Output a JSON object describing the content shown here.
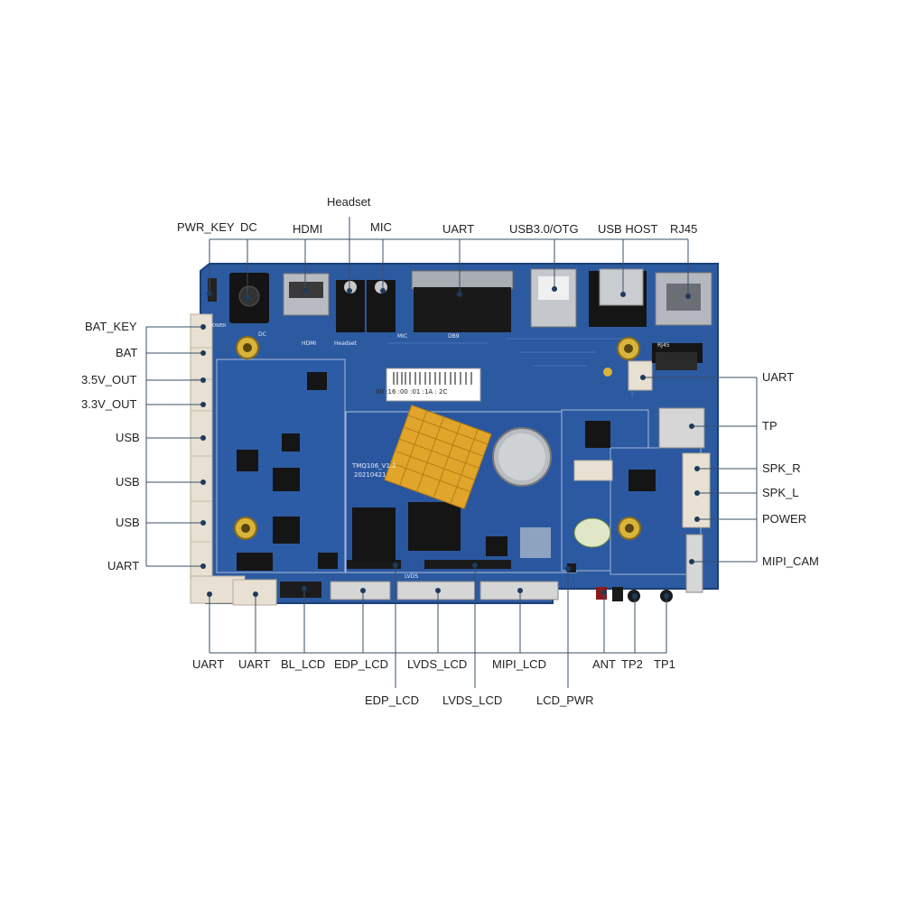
{
  "labels": {
    "top": {
      "headset": "Headset",
      "pwr_key": "PWR_KEY",
      "dc": "DC",
      "hdmi": "HDMI",
      "mic": "MIC",
      "uart": "UART",
      "usb3_otg": "USB3.0/OTG",
      "usb_host": "USB HOST",
      "rj45": "RJ45"
    },
    "left": {
      "bat_key": "BAT_KEY",
      "bat": "BAT",
      "out_3v5": "3.5V_OUT",
      "out_3v3": "3.3V_OUT",
      "usb1": "USB",
      "usb2": "USB",
      "usb3": "USB",
      "uart": "UART"
    },
    "right": {
      "uart": "UART",
      "tp": "TP",
      "spk_r": "SPK_R",
      "spk_l": "SPK_L",
      "power": "POWER",
      "mipi_cam": "MIPI_CAM"
    },
    "bottom": {
      "uart1": "UART",
      "uart2": "UART",
      "bl_lcd": "BL_LCD",
      "edp_lcd": "EDP_LCD",
      "lvds_lcd": "LVDS_LCD",
      "mipi_lcd": "MIPI_LCD",
      "ant": "ANT",
      "tp2": "TP2",
      "tp1": "TP1",
      "edp_lcd_2": "EDP_LCD",
      "lvds_lcd_2": "LVDS_LCD",
      "lcd_pwr": "LCD_PWR"
    }
  },
  "board_text": {
    "model": "TMQ106_V1.2",
    "date": "20210421",
    "mac_sticker": "00 :16 :00 :01 :1A : 2C",
    "db9": "DB9",
    "rj45_silk": "RJ45",
    "power_silk": "POWER",
    "dc_silk": "DC",
    "hdmi_silk": "HDMI",
    "headset_silk": "Headset",
    "mic_silk": "MIC",
    "lvds_silk": "LVDS"
  },
  "colors": {
    "pcb": "#2c5aa0",
    "pcb_dark": "#1f4684",
    "connector": "#e8e0d2",
    "heatsink": "#e0a52a",
    "line": "#3a4f66"
  }
}
